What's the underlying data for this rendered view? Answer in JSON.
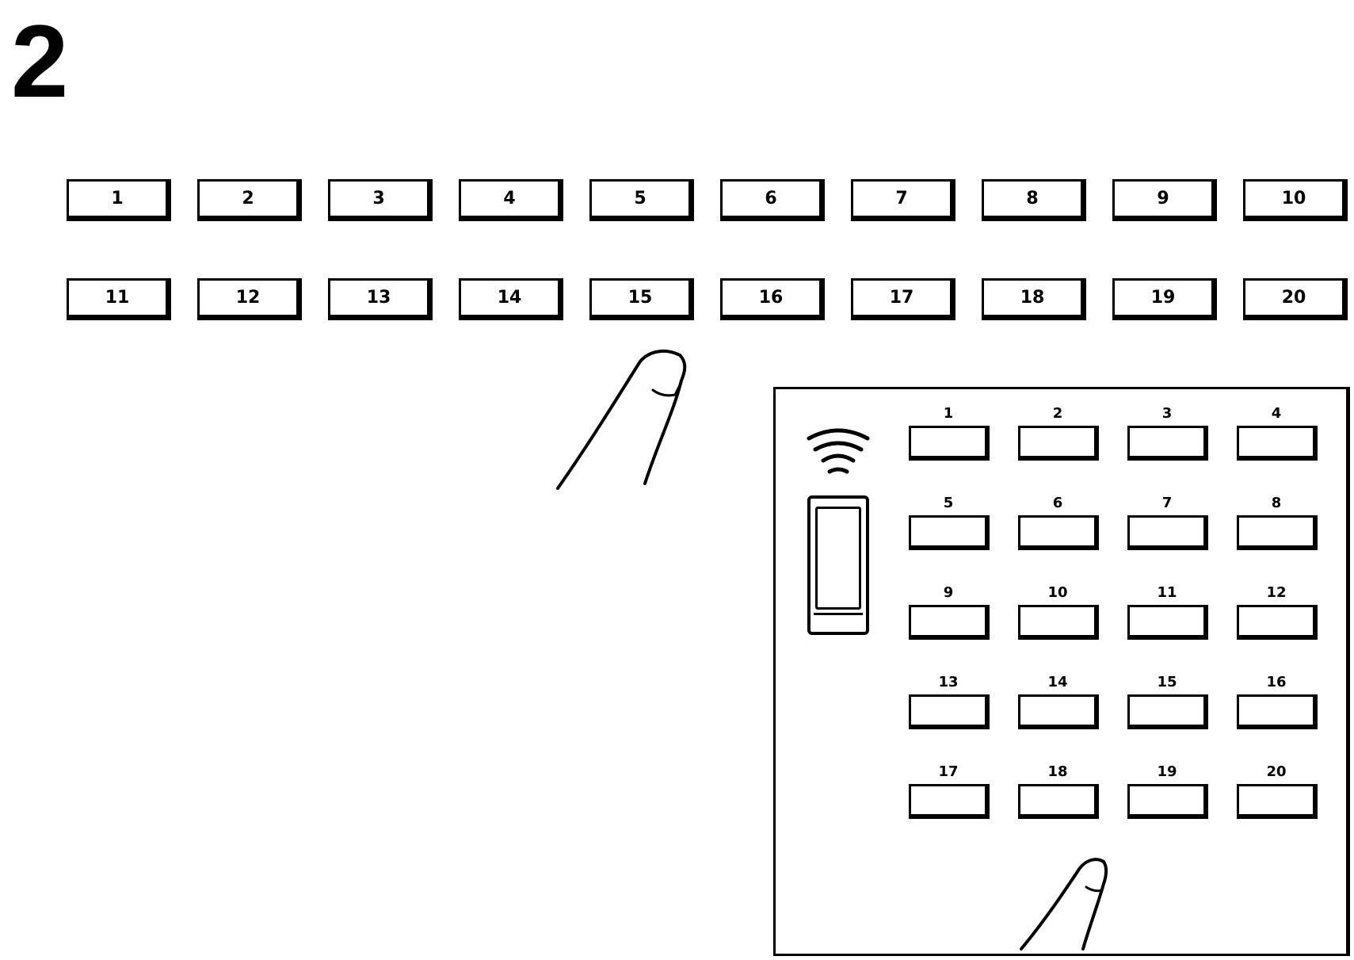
{
  "step": {
    "number": "2"
  },
  "button_strip": {
    "row1": [
      "1",
      "2",
      "3",
      "4",
      "5",
      "6",
      "7",
      "8",
      "9",
      "10"
    ],
    "row2": [
      "11",
      "12",
      "13",
      "14",
      "15",
      "16",
      "17",
      "18",
      "19",
      "20"
    ]
  },
  "remote": {
    "keys": [
      "1",
      "2",
      "3",
      "4",
      "5",
      "6",
      "7",
      "8",
      "9",
      "10",
      "11",
      "12",
      "13",
      "14",
      "15",
      "16",
      "17",
      "18",
      "19",
      "20"
    ]
  },
  "icons": [
    "finger-icon",
    "signal-waves-icon",
    "finger-icon"
  ]
}
